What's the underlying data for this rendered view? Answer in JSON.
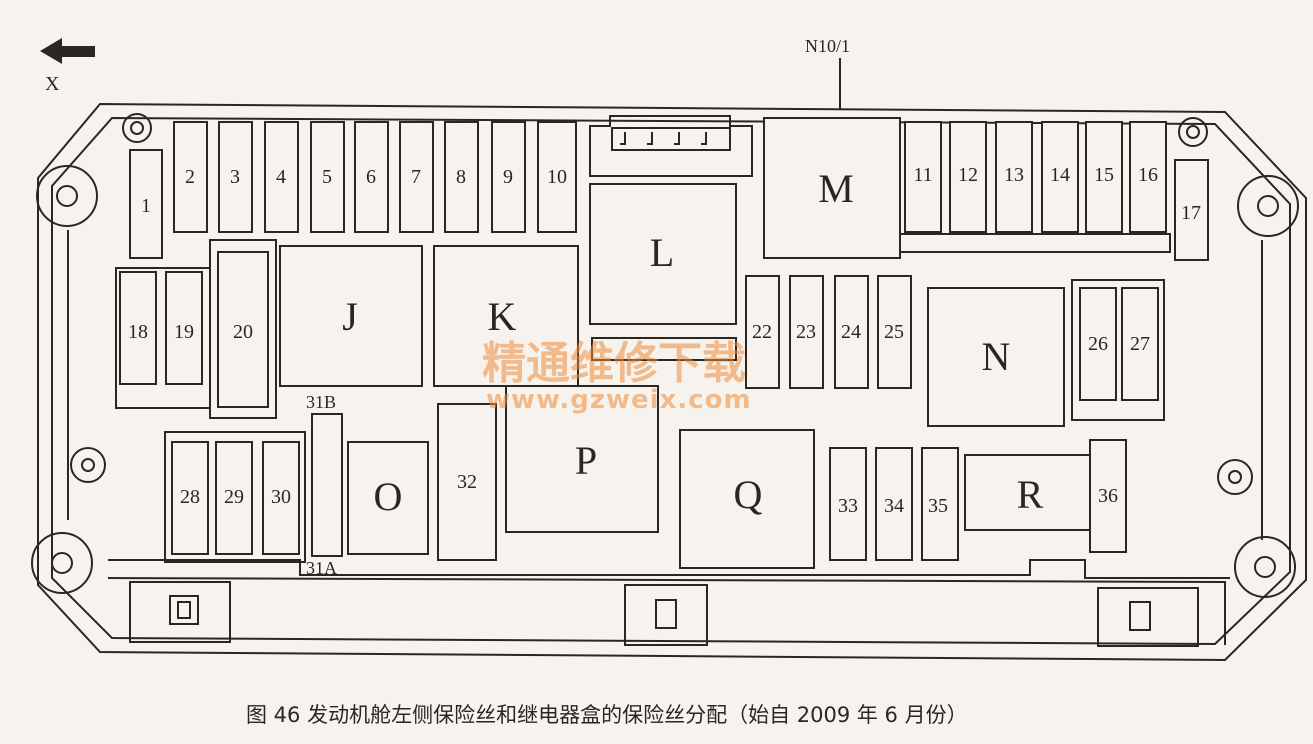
{
  "direction_label": "X",
  "connector_label": "N10/1",
  "fuses": {
    "f1": "1",
    "f2": "2",
    "f3": "3",
    "f4": "4",
    "f5": "5",
    "f6": "6",
    "f7": "7",
    "f8": "8",
    "f9": "9",
    "f10": "10",
    "f11": "11",
    "f12": "12",
    "f13": "13",
    "f14": "14",
    "f15": "15",
    "f16": "16",
    "f17": "17",
    "f18": "18",
    "f19": "19",
    "f20": "20",
    "f22": "22",
    "f23": "23",
    "f24": "24",
    "f25": "25",
    "f26": "26",
    "f27": "27",
    "f28": "28",
    "f29": "29",
    "f30": "30",
    "f31a": "31A",
    "f31b": "31B",
    "f32": "32",
    "f33": "33",
    "f34": "34",
    "f35": "35",
    "f36": "36"
  },
  "relays": {
    "J": "J",
    "K": "K",
    "L": "L",
    "M": "M",
    "N": "N",
    "O": "O",
    "P": "P",
    "Q": "Q",
    "R": "R"
  },
  "watermark": {
    "text": "精通维修下载",
    "url": "www.gzweix.com"
  },
  "caption": "图 46   发动机舱左侧保险丝和继电器盒的保险丝分配（始自 2009 年 6 月份）",
  "colors": {
    "line": "#2a2622",
    "background": "#f6f3ee",
    "watermark": "#ef8a3a"
  }
}
